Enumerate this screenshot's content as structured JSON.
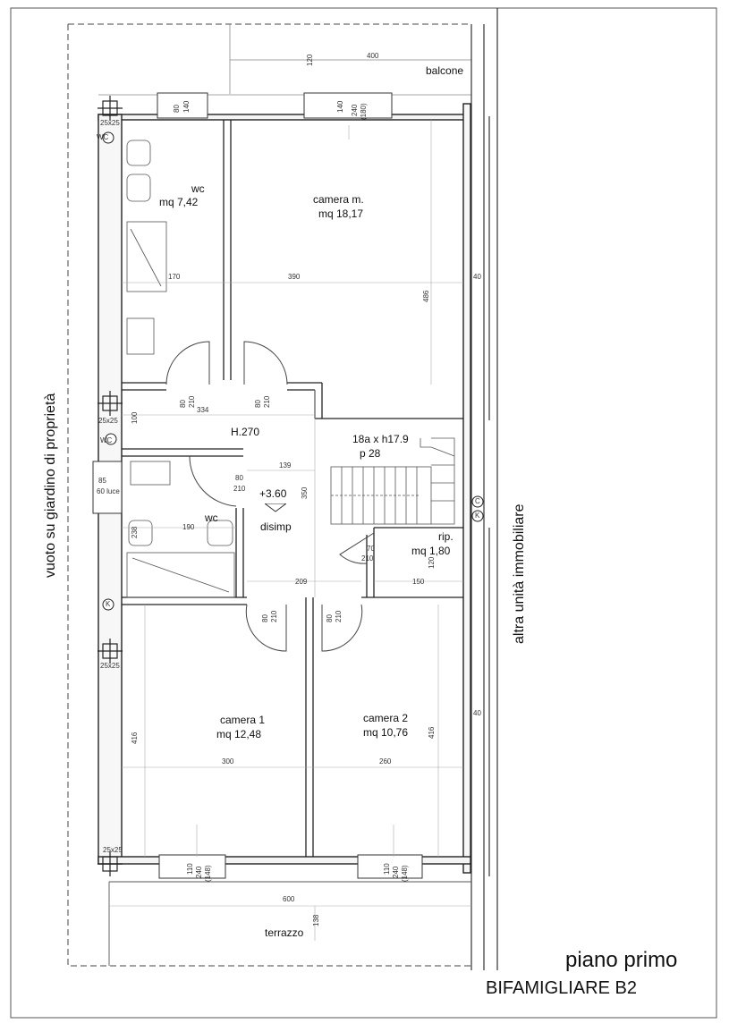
{
  "drawing": {
    "title_floor": "piano primo",
    "title_building": "BIFAMIGLIARE B2",
    "side_left": "vuoto su giardino di proprietà",
    "side_right": "altra unità immobiliare"
  },
  "rooms": {
    "balcone": "balcone",
    "wc_top_name": "wc",
    "wc_top_area": "mq 7,42",
    "camera_m_name": "camera m.",
    "camera_m_area": "mq 18,17",
    "hallway_height": "H.270",
    "stairs_steps": "18a x h17.9",
    "stairs_depth": "p 28",
    "level": "+3.60",
    "disimp": "disimp",
    "wc_mid_name": "wc",
    "rip_name": "rip.",
    "rip_area": "mq 1,80",
    "camera1_name": "camera 1",
    "camera1_area": "mq 12,48",
    "camera2_name": "camera 2",
    "camera2_area": "mq 10,76",
    "terrazzo": "terrazzo"
  },
  "dimensions": {
    "d120": "120",
    "d400": "400",
    "w80a": "80",
    "w140a": "140",
    "w140b": "140",
    "w240a": "240",
    "w180": "(180)",
    "pillar_tl": "25x25",
    "wc_circle_top": "WC",
    "d170": "170",
    "d390": "390",
    "d486": "486",
    "d40a": "40",
    "door80a": "80",
    "door210a": "210",
    "d334": "334",
    "door80b": "80",
    "door210b": "210",
    "pillar_ml": "25x25",
    "d100": "100",
    "wc_circle_mid": "WC",
    "d139": "139",
    "door80c": "80",
    "door210c": "210",
    "d350": "350",
    "win85": "85",
    "win60": "60 luce",
    "d238": "238",
    "d190": "190",
    "door70": "70",
    "door210d": "210",
    "d120b": "120",
    "d150": "150",
    "d209": "209",
    "door80d": "80",
    "door210e": "210",
    "door80e": "80",
    "door210f": "210",
    "k_left": "K",
    "k_right": "K",
    "c_right": "C",
    "pillar_bl": "25x25",
    "d416a": "416",
    "d300": "300",
    "d260": "260",
    "d416b": "416",
    "d40b": "40",
    "pillar_bb": "25x25",
    "w110a": "110",
    "w240b": "240",
    "w148a": "(148)",
    "w110b": "110",
    "w240c": "240",
    "w148b": "(148)",
    "d600": "600",
    "d138": "138"
  }
}
